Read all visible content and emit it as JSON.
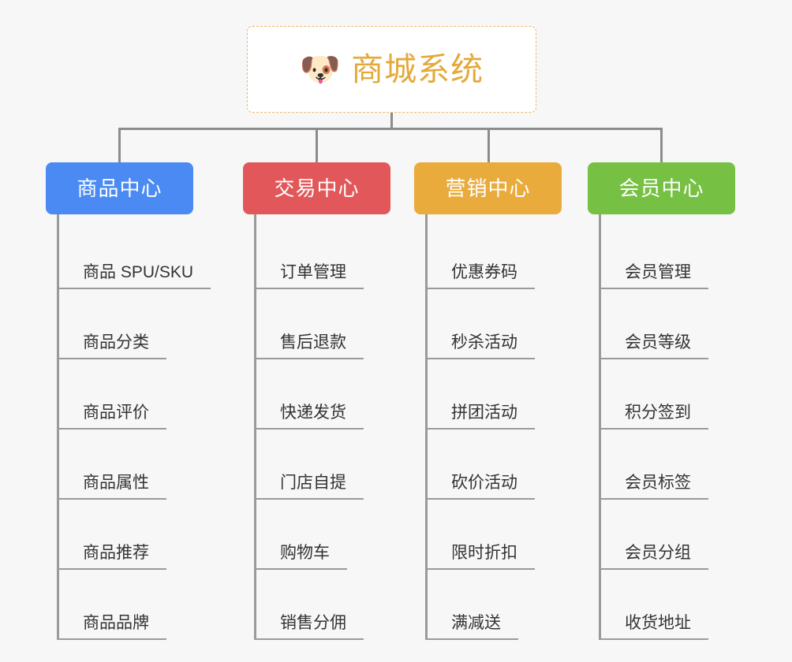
{
  "root": {
    "icon": "dog-face-emoji",
    "emoji": "🐶",
    "title": "商城系统",
    "title_color": "#e3a93a",
    "border_color": "#e8ba6a"
  },
  "background_color": "#f7f7f7",
  "connector_color": "#8c8c8c",
  "columns": [
    {
      "id": "product-center",
      "label": "商品中心",
      "color": "#4a8af2",
      "items": [
        "商品 SPU/SKU",
        "商品分类",
        "商品评价",
        "商品属性",
        "商品推荐",
        "商品品牌"
      ]
    },
    {
      "id": "trade-center",
      "label": "交易中心",
      "color": "#e2585a",
      "items": [
        "订单管理",
        "售后退款",
        "快递发货",
        "门店自提",
        "购物车",
        "销售分佣"
      ]
    },
    {
      "id": "marketing-center",
      "label": "营销中心",
      "color": "#e9ab3c",
      "items": [
        "优惠券码",
        "秒杀活动",
        "拼团活动",
        "砍价活动",
        "限时折扣",
        "满减送"
      ]
    },
    {
      "id": "member-center",
      "label": "会员中心",
      "color": "#76c043",
      "items": [
        "会员管理",
        "会员等级",
        "积分签到",
        "会员标签",
        "会员分组",
        "收货地址"
      ]
    }
  ]
}
